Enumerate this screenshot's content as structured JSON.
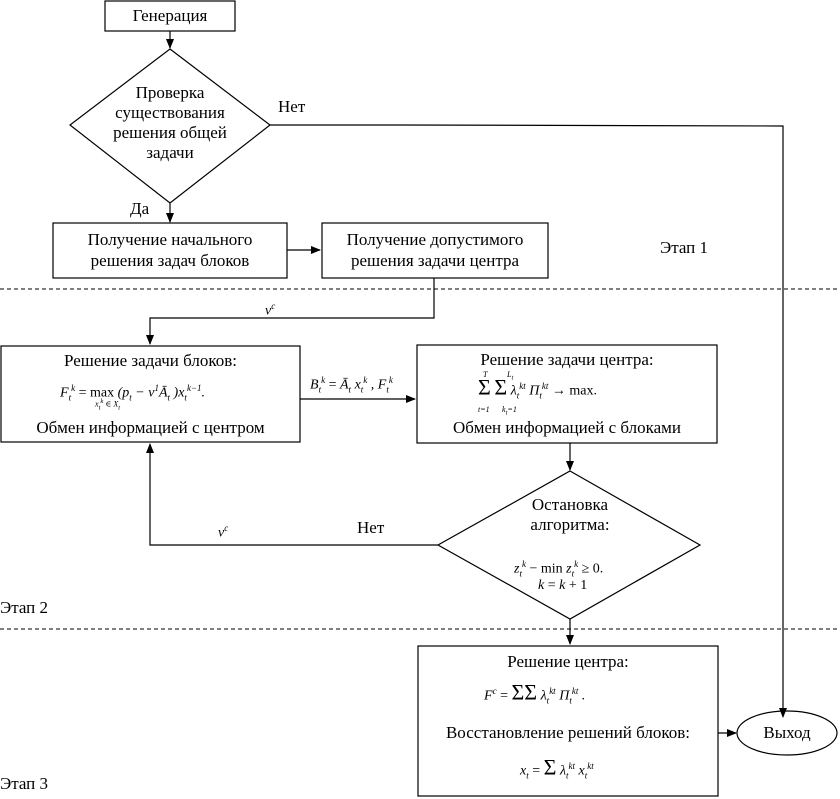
{
  "stages": [
    "Этап 1",
    "Этап 2",
    "Этап 3"
  ],
  "nodes": {
    "generation": "Генерация",
    "check": [
      "Проверка",
      "существования",
      "решения общей",
      "задачи"
    ],
    "check_no": "Нет",
    "check_yes": "Да",
    "initial": [
      "Получение начального",
      "решения задач блоков"
    ],
    "feasible": [
      "Получение допустимого",
      "решения задачи центра"
    ],
    "v_label_top": "v",
    "blocks": {
      "title": "Решение задачи блоков:",
      "formula_lhs": "F",
      "formula_rhs": "= max (p  − v A )x",
      "formula_under": "x ∈ X",
      "footer": "Обмен информацией с центром"
    },
    "edge_label_B": "B = A x , F",
    "center": {
      "title": "Решение задачи центра:",
      "formula": "λ  Π  → max.",
      "footer": "Обмен информацией с блоками"
    },
    "stop": [
      "Остановка",
      "алгоритма:",
      "z  − min z  ≥ 0.",
      "k = k + 1"
    ],
    "stop_no": "Нет",
    "v_label_bottom": "v",
    "final": {
      "title": "Решение центра:",
      "formula1": "F  = ΣΣ λ  Π .",
      "subtitle": "Восстановление решений блоков:",
      "formula2": "x  = Σ λ  x"
    },
    "exit": "Выход"
  }
}
